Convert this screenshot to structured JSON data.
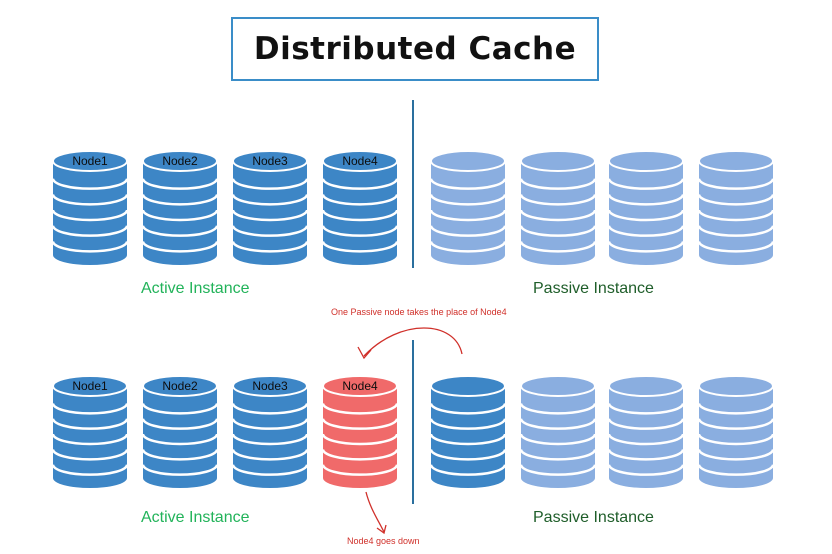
{
  "title": "Distributed Cache",
  "labels": {
    "active_instance": "Active Instance",
    "passive_instance": "Passive Instance"
  },
  "top_row": {
    "active_nodes": [
      "Node1",
      "Node2",
      "Node3",
      "Node4"
    ],
    "passive_node_count": 4
  },
  "bottom_row": {
    "active_nodes": [
      "Node1",
      "Node2",
      "Node3",
      "Node4"
    ],
    "failed_node": "Node4",
    "replacement_passive_index": 0,
    "passive_node_count": 4
  },
  "annotations": {
    "takeover": "One Passive node takes the place of Node4",
    "failure": "Node4 goes down"
  },
  "colors": {
    "active": "#3d86c6",
    "passive": "#8aaee0",
    "failed": "#f06a6a",
    "divider": "#2a6f9e",
    "annotation": "#d0302a",
    "active_label": "#22b35a",
    "passive_label": "#1f5e2a",
    "title_border": "#3a8dc8"
  }
}
